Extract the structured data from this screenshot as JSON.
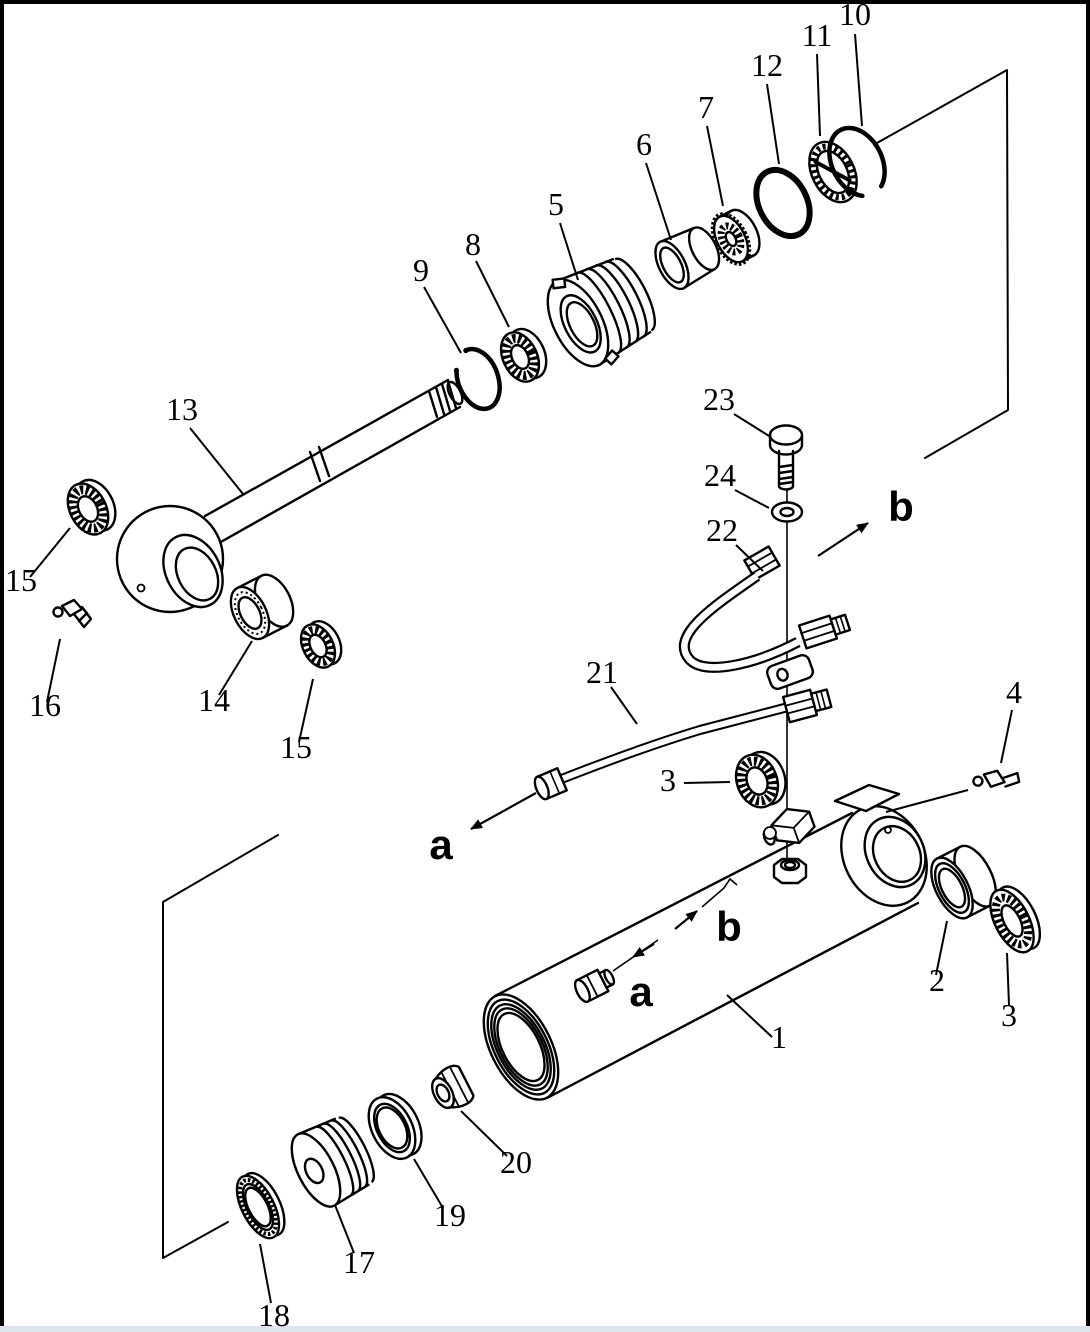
{
  "diagram": {
    "background_color": "#ffffff",
    "line_color": "#000000",
    "bottom_strip_color": "#dde4ed",
    "callouts": {
      "n1": "1",
      "n2": "2",
      "n3": "3",
      "n4": "4",
      "n5": "5",
      "n6": "6",
      "n7": "7",
      "n8": "8",
      "n9": "9",
      "n10": "10",
      "n11": "11",
      "n12": "12",
      "n13": "13",
      "n14": "14",
      "n15": "15",
      "n16": "16",
      "n17": "17",
      "n18": "18",
      "n19": "19",
      "n20": "20",
      "n21": "21",
      "n22": "22",
      "n23": "23",
      "n24": "24"
    },
    "view_labels": {
      "a": "a",
      "b": "b"
    }
  }
}
